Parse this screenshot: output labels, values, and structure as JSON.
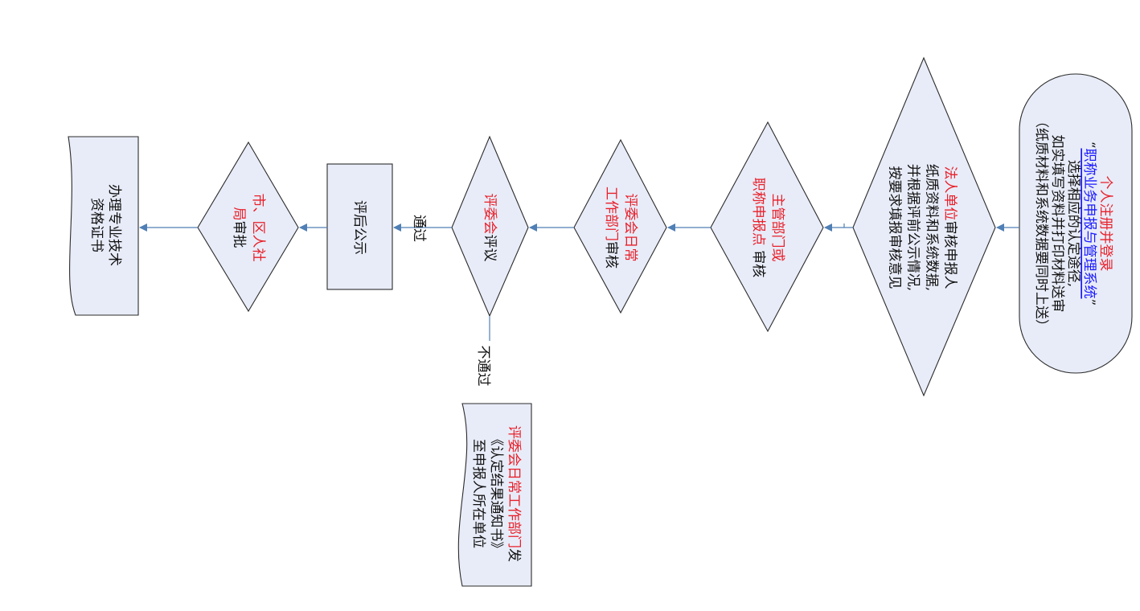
{
  "nodes": {
    "start": {
      "lines": [
        [
          {
            "t": "个人注册并登录",
            "c": "red"
          }
        ],
        [
          {
            "t": "“",
            "c": "black"
          },
          {
            "t": "职称业务申报与管理系统",
            "c": "blue"
          },
          {
            "t": "”",
            "c": "black"
          }
        ],
        [
          {
            "t": "选择相应的认定途径,",
            "c": "black"
          }
        ],
        [
          {
            "t": "如实填写资料并打印材料送审",
            "c": "black"
          }
        ],
        [
          {
            "t": "（纸质材料和系统数据要同时上送）",
            "c": "black"
          }
        ]
      ]
    },
    "employer": {
      "lines": [
        [
          {
            "t": "法人单位",
            "c": "red"
          },
          {
            "t": "审核申报人",
            "c": "black"
          }
        ],
        [
          {
            "t": "纸质资料和系统数据,",
            "c": "black"
          }
        ],
        [
          {
            "t": "并根据评前公示情况,",
            "c": "black"
          }
        ],
        [
          {
            "t": "按要求填报审核意见",
            "c": "black"
          }
        ]
      ]
    },
    "dept": {
      "lines": [
        [
          {
            "t": "主管部门或",
            "c": "red"
          }
        ],
        [
          {
            "t": "职称申报点",
            "c": "red"
          },
          {
            "t": " 审核",
            "c": "black"
          }
        ]
      ]
    },
    "office": {
      "lines": [
        [
          {
            "t": "评委会日常",
            "c": "red"
          }
        ],
        [
          {
            "t": "工作部门",
            "c": "red"
          },
          {
            "t": "审核",
            "c": "black"
          }
        ]
      ]
    },
    "review": {
      "lines": [
        [
          {
            "t": "评委会",
            "c": "red"
          },
          {
            "t": "评议",
            "c": "black"
          }
        ]
      ]
    },
    "publicity": {
      "lines": [
        [
          {
            "t": "评后公示",
            "c": "black"
          }
        ]
      ]
    },
    "approval": {
      "lines": [
        [
          {
            "t": "市、区人社",
            "c": "red"
          }
        ],
        [
          {
            "t": "局",
            "c": "red"
          },
          {
            "t": "审批",
            "c": "black"
          }
        ]
      ]
    },
    "certificate": {
      "lines": [
        [
          {
            "t": "办理专业技术",
            "c": "black"
          }
        ],
        [
          {
            "t": "资格证书",
            "c": "black"
          }
        ]
      ]
    },
    "notice": {
      "lines": [
        [
          {
            "t": "评委会日常工作部门",
            "c": "red"
          },
          {
            "t": "发",
            "c": "black"
          }
        ],
        [
          {
            "t": "《认定结果通知书》",
            "c": "black"
          }
        ],
        [
          {
            "t": "至申报人所在单位",
            "c": "black"
          }
        ]
      ]
    }
  },
  "labels": {
    "pass": "通过",
    "fail": "不通过"
  },
  "colors": {
    "red": "#e8202a",
    "blue": "#1a1aff",
    "black": "#111111",
    "shape_fill": "#e8ecf8",
    "connector": "#4f7fb5"
  }
}
